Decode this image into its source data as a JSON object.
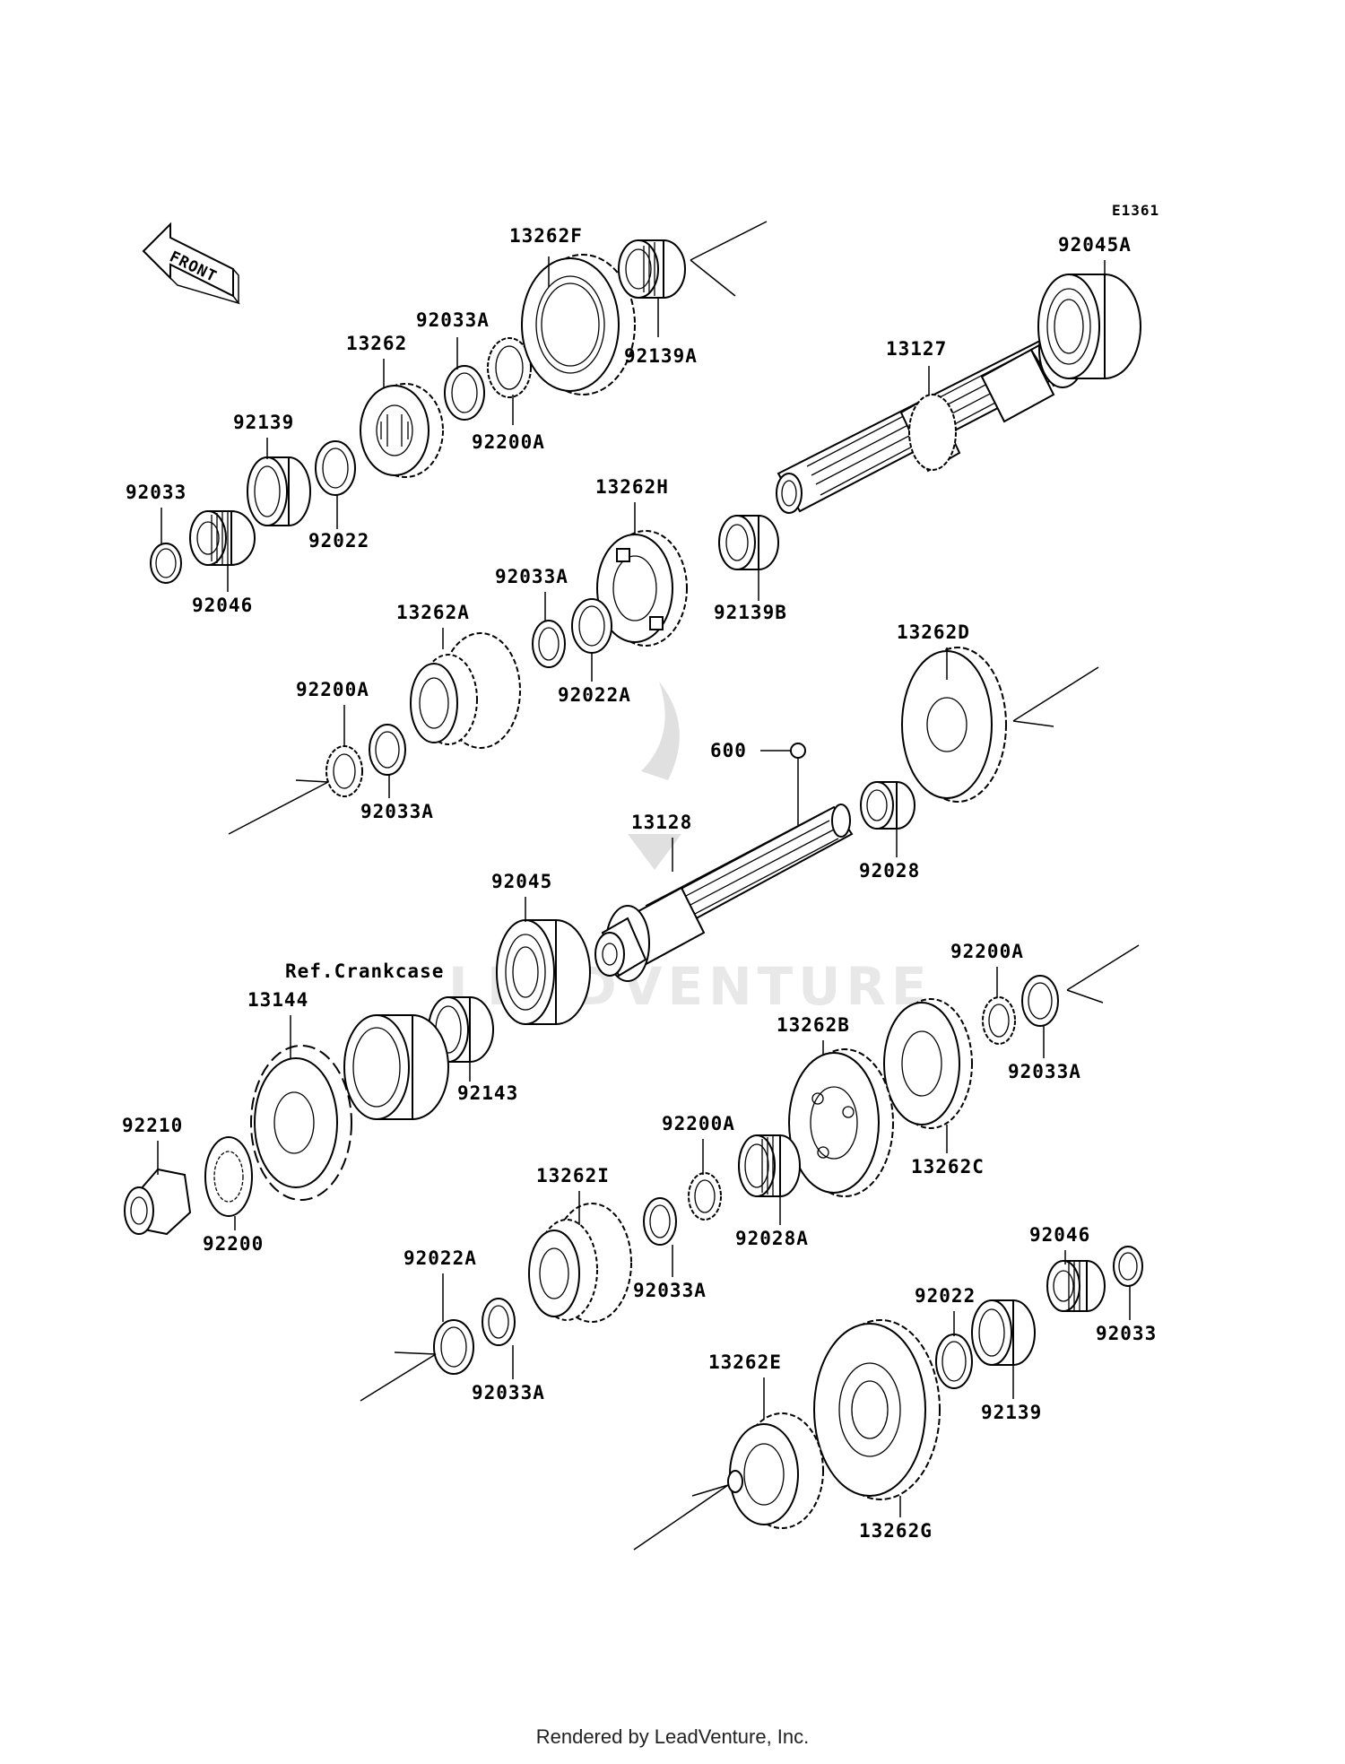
{
  "diagram_code": "E1361",
  "front_label": "FRONT",
  "reference_note": "Ref.Crankcase",
  "watermark": "LEADVENTURE",
  "footer": "Rendered by LeadVenture, Inc.",
  "callout_marker": "600",
  "parts": [
    "13262F",
    "92139A",
    "92045A",
    "92033A",
    "13262",
    "92200A",
    "13127",
    "92139",
    "92033",
    "92022",
    "92046",
    "13262H",
    "92033A",
    "92139B",
    "13262A",
    "92022A",
    "13262D",
    "92200A",
    "92033A",
    "13128",
    "92028",
    "92045",
    "13144",
    "92143",
    "92200A",
    "92033A",
    "13262B",
    "92210",
    "92200",
    "92200A",
    "13262C",
    "13262I",
    "92028A",
    "92033A",
    "92046",
    "92022A",
    "92022",
    "92033",
    "92033A",
    "13262E",
    "92139",
    "13262G"
  ]
}
